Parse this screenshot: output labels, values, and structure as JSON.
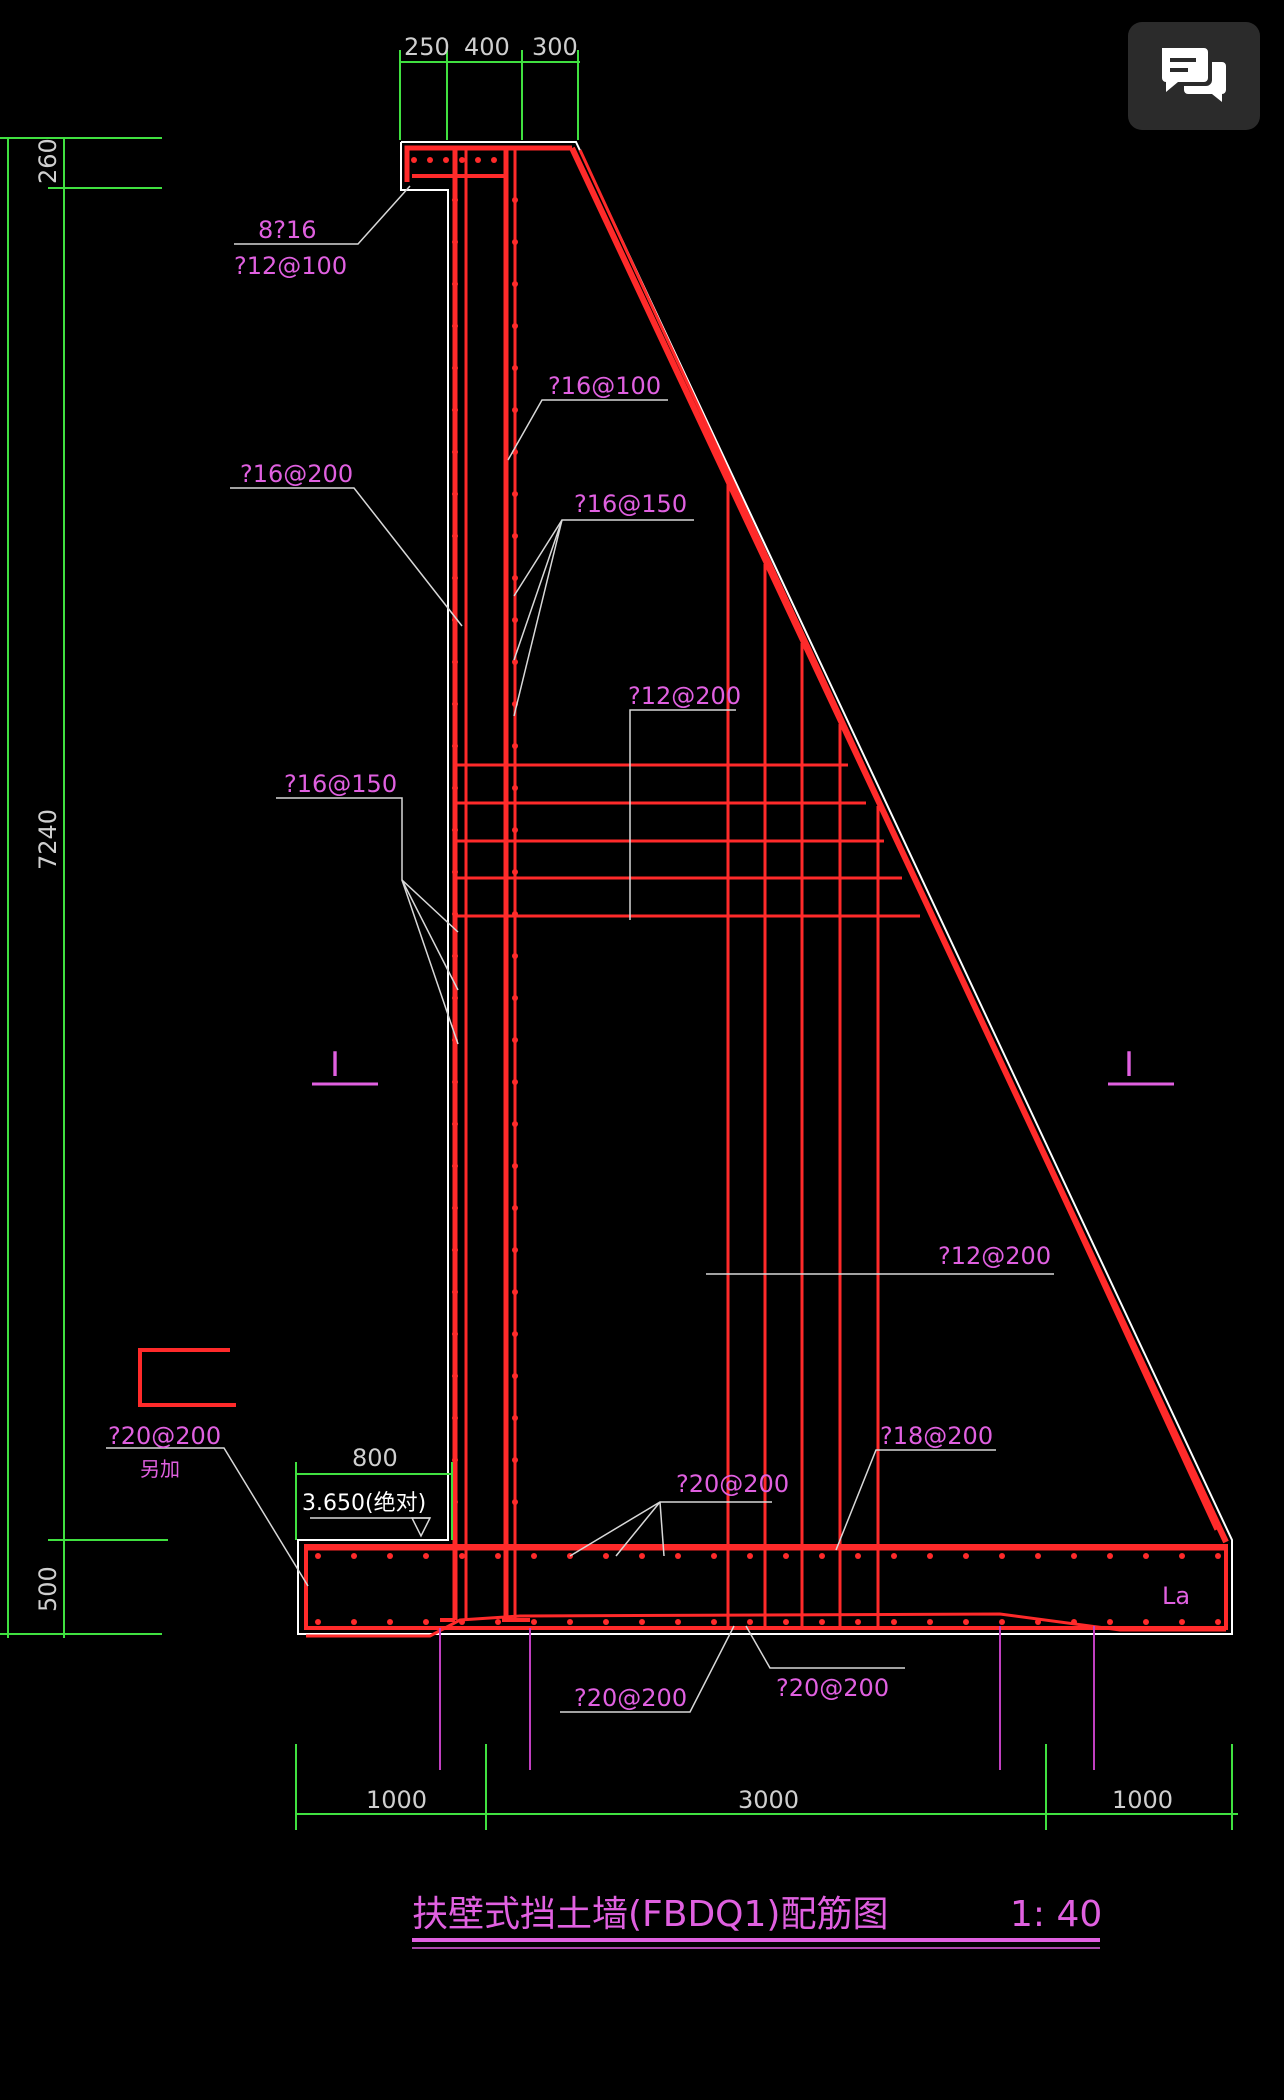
{
  "title": "扶壁式挡土墙(FBDQ1)配筋图",
  "scale": "1: 40",
  "dimensions": {
    "top_250": "250",
    "top_400": "400",
    "top_300": "300",
    "left_260": "260",
    "left_7240": "7240",
    "left_500": "500",
    "heel_800": "800",
    "bottom_1000_left": "1000",
    "bottom_3000": "3000",
    "bottom_1000_right": "1000"
  },
  "labels": {
    "rebar_8_16": "8?16",
    "rebar_12_100": "?12@100",
    "rebar_16_100": "?16@100",
    "rebar_16_200": "?16@200",
    "rebar_16_150_a": "?16@150",
    "rebar_12_200_a": "?12@200",
    "rebar_16_150_b": "?16@150",
    "section_left": "I",
    "section_right": "I",
    "rebar_12_200_b": "?12@200",
    "rebar_20_200_a": "?20@200",
    "extra_note": "另加",
    "rebar_18_200": "?18@200",
    "elevation": "3.650(绝对)",
    "rebar_20_200_b": "?20@200",
    "la": "La",
    "rebar_20_200_c": "?20@200",
    "rebar_20_200_d": "?20@200"
  },
  "colors": {
    "rebar": "#ff2a2a",
    "dimension": "#40e040",
    "annotation": "#e060e0",
    "outline": "#ffffff",
    "background": "#000000"
  },
  "ui": {
    "chat_icon": "chat-bubbles-icon"
  }
}
